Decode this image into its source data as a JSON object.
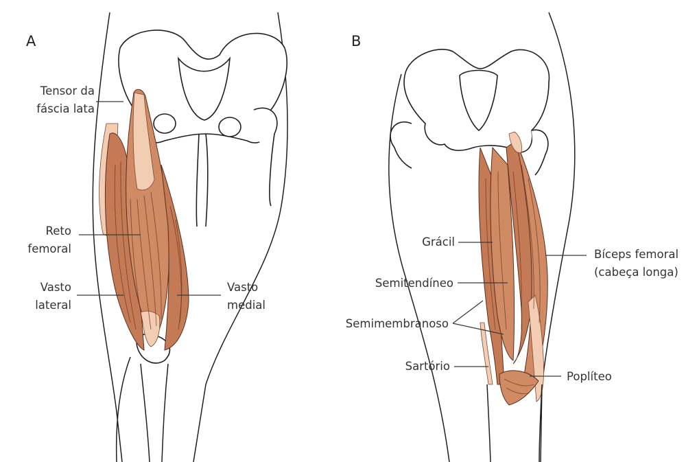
{
  "panels": {
    "a": "A",
    "b": "B"
  },
  "labels_a": {
    "tensor": [
      "Tensor da",
      "fáscia lata"
    ],
    "reto": [
      "Reto",
      "femoral"
    ],
    "vasto_lateral": [
      "Vasto",
      "lateral"
    ],
    "vasto_medial": [
      "Vasto",
      "medial"
    ]
  },
  "labels_b": {
    "gracil": "Grácil",
    "semitendineo": "Semitendíneo",
    "semimembranoso": "Semimembranoso",
    "sartorio": "Sartório",
    "biceps": [
      "Bíceps femoral",
      "(cabeça longa)"
    ],
    "popliteo": "Poplíteo"
  },
  "colors": {
    "muscle": "#d08a64",
    "tendon": "#f2cdb4",
    "outline": "#1f1f1f"
  }
}
